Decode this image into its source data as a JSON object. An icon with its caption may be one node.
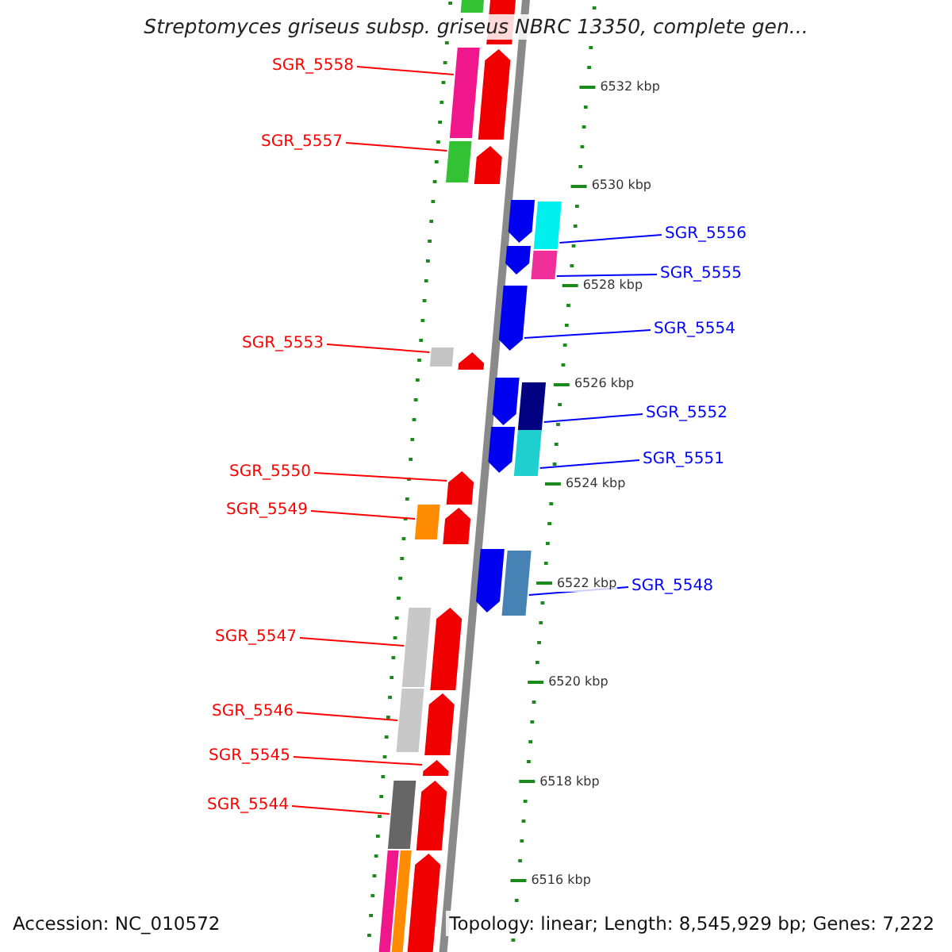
{
  "diagram": {
    "title": "Streptomyces griseus subsp. griseus NBRC 13350, complete gen...",
    "nodes": [
      {
        "text": [
          "SGR_5558"
        ]
      },
      {
        "text": [
          "SGR_5557"
        ]
      },
      {
        "text": [
          "SGR_5556"
        ]
      },
      {
        "text": [
          "SGR_5555"
        ]
      },
      {
        "text": [
          "SGR_5554"
        ]
      },
      {
        "text": [
          "SGR_5553"
        ]
      },
      {
        "text": [
          "SGR_5552"
        ]
      },
      {
        "text": [
          "SGR_5551"
        ]
      },
      {
        "text": [
          "SGR_5550"
        ]
      },
      {
        "text": [
          "SGR_5549"
        ]
      },
      {
        "text": [
          "SGR_5548"
        ]
      },
      {
        "text": [
          "SGR_5547"
        ]
      },
      {
        "text": [
          "SGR_5546"
        ]
      },
      {
        "text": [
          "SGR_5545"
        ]
      },
      {
        "text": [
          "SGR_5544"
        ]
      },
      {
        "text": [],
        "shape": "bar"
      },
      {
        "text": [],
        "shape": "bar"
      },
      {
        "text": [],
        "shape": "bar"
      },
      {
        "text": [],
        "shape": "pentagon"
      },
      {
        "text": [],
        "shape": "bar"
      },
      {
        "text": [],
        "shape": "pentagon"
      },
      {
        "text": [],
        "shape": "pentagon"
      },
      {
        "text": [],
        "shape": "bar"
      },
      {
        "text": [],
        "shape": "pentagon"
      },
      {
        "text": [],
        "shape": "bar"
      },
      {
        "text": [],
        "shape": "pentagon"
      },
      {
        "text": [],
        "shape": "bar"
      },
      {
        "text": [],
        "shape": "pentagon"
      },
      {
        "text": [],
        "shape": "pentagon"
      },
      {
        "text": [],
        "shape": "bar"
      },
      {
        "text": [],
        "shape": "pentagon"
      },
      {
        "text": [],
        "shape": "bar"
      },
      {
        "text": [],
        "shape": "pentagon"
      },
      {
        "text": [],
        "shape": "bar"
      },
      {
        "text": [],
        "shape": "pentagon"
      },
      {
        "text": [],
        "shape": "pentagon"
      },
      {
        "text": [],
        "shape": "bar"
      },
      {
        "text": [],
        "shape": "bar"
      },
      {
        "text": [],
        "shape": "pentagon"
      },
      {
        "text": [],
        "shape": "bar"
      },
      {
        "text": [],
        "shape": "pentagon"
      },
      {
        "text": [],
        "shape": "pentagon"
      },
      {
        "text": [],
        "shape": "bar"
      },
      {
        "text": [],
        "shape": "pentagon"
      },
      {
        "text": [],
        "shape": "bar"
      },
      {
        "text": [],
        "shape": "bar"
      },
      {
        "text": [],
        "shape": "pentagon"
      }
    ],
    "edges": [
      {
        "from": 0,
        "to": 17,
        "arrow": "none"
      },
      {
        "from": 1,
        "to": 19,
        "arrow": "none"
      },
      {
        "from": 2,
        "to": 22,
        "arrow": "none",
        "color": "#0000ff"
      },
      {
        "from": 3,
        "to": 24,
        "arrow": "none",
        "color": "#0000ff"
      },
      {
        "from": 4,
        "to": 25,
        "arrow": "none",
        "color": "#0000ff"
      },
      {
        "from": 5,
        "to": 26,
        "arrow": "none"
      },
      {
        "from": 6,
        "to": 29,
        "arrow": "none",
        "color": "#0000ff"
      },
      {
        "from": 7,
        "to": 31,
        "arrow": "none",
        "color": "#0000ff"
      },
      {
        "from": 8,
        "to": 32,
        "arrow": "none"
      },
      {
        "from": 9,
        "to": 33,
        "arrow": "none"
      },
      {
        "from": 10,
        "to": 36,
        "arrow": "none",
        "color": "#0000ff"
      },
      {
        "from": 11,
        "to": 37,
        "arrow": "none"
      },
      {
        "from": 12,
        "to": 39,
        "arrow": "none"
      },
      {
        "from": 13,
        "to": 41,
        "arrow": "none"
      },
      {
        "from": 14,
        "to": 42,
        "arrow": "none"
      }
    ],
    "labels": [
      "6532 kbp",
      "6530 kbp",
      "6528 kbp",
      "6526 kbp",
      "6524 kbp",
      "6522 kbp",
      "6520 kbp",
      "6518 kbp",
      "6516 kbp",
      "Accession: NC_010572",
      "Topology: linear; Length: 8,545,929 bp; Genes: 7,222"
    ]
  }
}
